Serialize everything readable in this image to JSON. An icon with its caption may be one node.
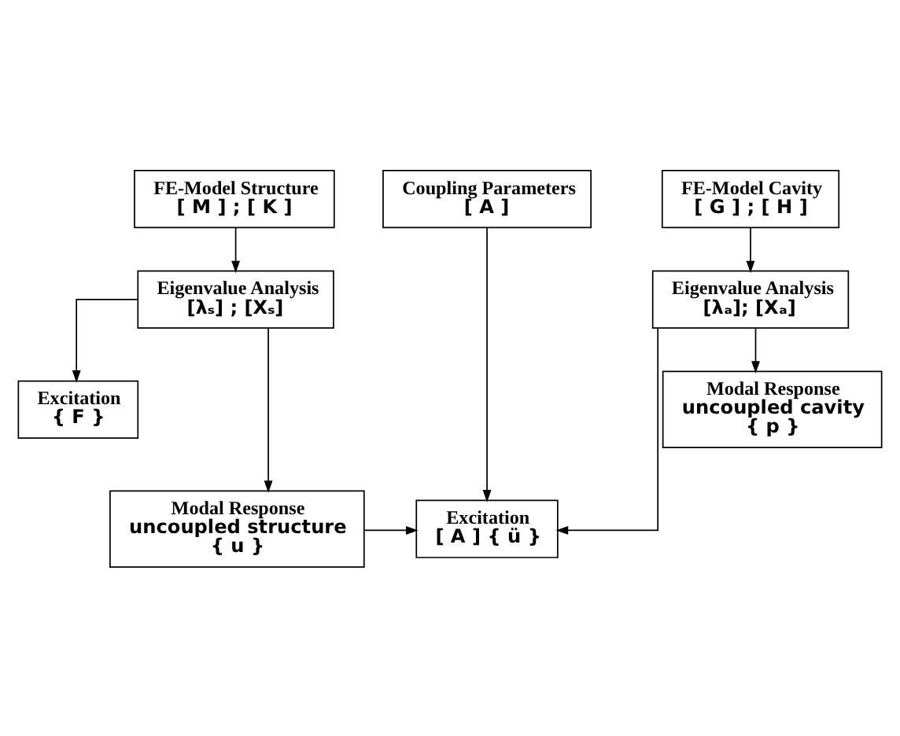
{
  "diagram": {
    "nodes": [
      {
        "text": [
          "FE-Model Structure",
          "[ M ] ; [ K ]"
        ]
      },
      {
        "text": [
          "Coupling Parameters",
          "[ A ]"
        ]
      },
      {
        "text": [
          "FE-Model Cavity",
          "[ G ] ; [ H ]"
        ]
      },
      {
        "text": [
          "Eigenvalue Analysis",
          "[λₛ] ; [Xₛ]"
        ]
      },
      {
        "text": [
          "Eigenvalue Analysis",
          "[λₐ]; [Xₐ]"
        ]
      },
      {
        "text": [
          "Excitation",
          "{ F }"
        ]
      },
      {
        "text": [
          "Modal Response",
          "uncoupled structure",
          "{ u }"
        ]
      },
      {
        "text": [
          "Excitation",
          "[ A ] { ü }"
        ]
      },
      {
        "text": [
          "Modal Response",
          "uncoupled cavity",
          "{ p }"
        ]
      }
    ],
    "edges": [
      {
        "from": 0,
        "to": 3,
        "arrow": "to"
      },
      {
        "from": 2,
        "to": 4,
        "arrow": "to"
      },
      {
        "from": 3,
        "to": 5,
        "arrow": "to"
      },
      {
        "from": 3,
        "to": 6,
        "arrow": "to"
      },
      {
        "from": 1,
        "to": 7,
        "arrow": "to"
      },
      {
        "from": 6,
        "to": 7,
        "arrow": "to"
      },
      {
        "from": 4,
        "to": 7,
        "arrow": "to"
      },
      {
        "from": 4,
        "to": 8,
        "arrow": "to"
      }
    ]
  }
}
